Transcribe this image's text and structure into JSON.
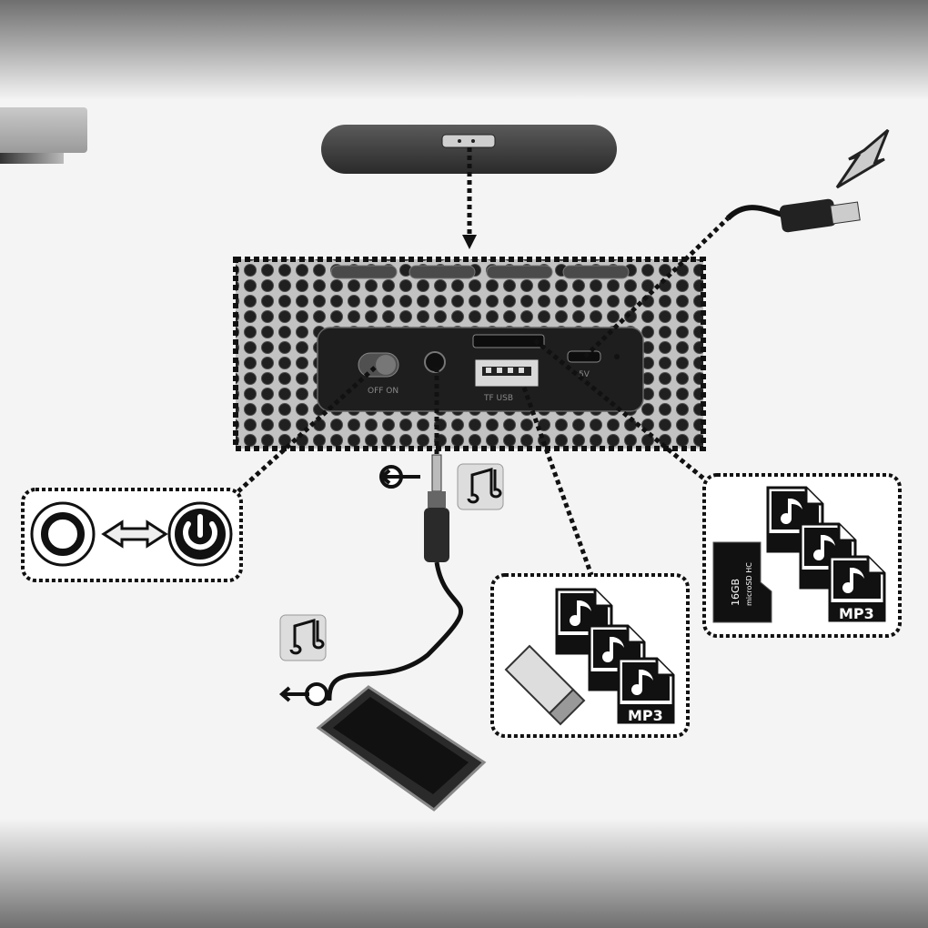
{
  "port_labels": {
    "power_switch": "OFF ON",
    "usb": "TF  USB",
    "charge": "5V"
  },
  "file_icons": {
    "format": "MP3"
  },
  "sd_card": {
    "brand": "microSD HC",
    "capacity": "16GB"
  },
  "colors": {
    "speaker_body": "#3a3a3a",
    "panel": "#2b2b2b",
    "dotted_line": "#111111"
  },
  "icons": [
    "power-off-icon",
    "power-on-icon",
    "double-arrow-icon",
    "audio-input-icon",
    "audio-output-icon",
    "music-notes-icon",
    "lightning-icon",
    "usb-drive-icon",
    "microsd-card-icon",
    "tablet-icon",
    "micro-usb-cable-icon"
  ]
}
